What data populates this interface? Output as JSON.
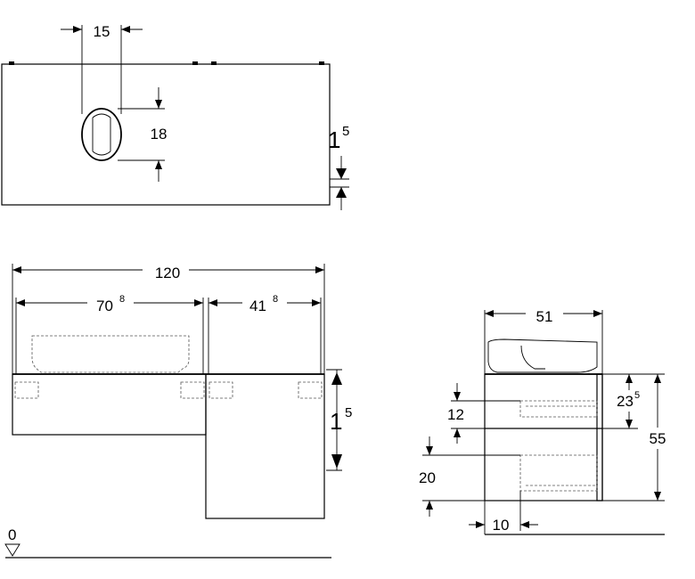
{
  "top_view": {
    "dim_width": "15",
    "dim_height": "18",
    "dim_thickness": "1",
    "dim_thickness_sup": "5"
  },
  "front_view": {
    "dim_total": "120",
    "dim_left": "70",
    "dim_left_sup": "8",
    "dim_right": "41",
    "dim_right_sup": "8",
    "dim_thickness": "1",
    "dim_thickness_sup": "5",
    "floor_level": "0"
  },
  "side_view": {
    "dim_depth": "51",
    "dim_upper": "23",
    "dim_upper_sup": "5",
    "dim_total_height": "55",
    "dim_drawer_gap": "12",
    "dim_lower": "20",
    "dim_recess": "10"
  }
}
